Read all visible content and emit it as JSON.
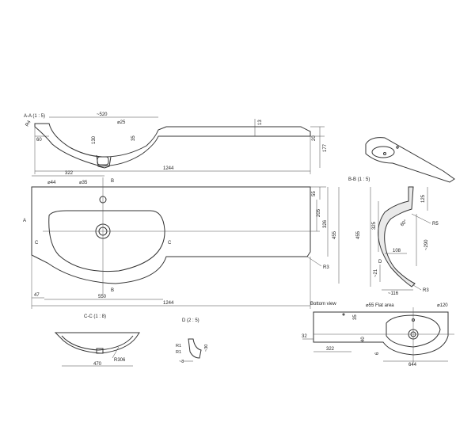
{
  "sections": {
    "aa": {
      "title": "A-A (1 : 5)",
      "d_520": "~520",
      "d_25": "⌀25",
      "d_13": "13",
      "d_20": "20",
      "d_177": "177",
      "d_35": "35",
      "d_130": "130",
      "d_60": "60",
      "d_r4": "R4",
      "d_1244": "1244"
    },
    "top": {
      "d_322": "322",
      "d_44": "⌀44",
      "d_35": "⌀35",
      "d_55": "55",
      "d_205": "205",
      "d_326": "326",
      "d_455": "455",
      "d_r3": "R3",
      "d_47": "47",
      "d_550": "550",
      "d_1244": "1244",
      "label_a": "A",
      "label_b": "B",
      "label_c": "C"
    },
    "bb": {
      "title": "B-B (1 : 5)",
      "d_125": "125",
      "d_325": "325",
      "d_455": "455",
      "d_r5": "R5",
      "d_60": "60°",
      "d_290": "~290",
      "d_108": "108",
      "d_21": "~21",
      "d_116": "~116",
      "d_r3": "R3",
      "label_d": "D"
    },
    "cc": {
      "title": "C-C (1 : 8)",
      "d_470": "470",
      "d_r306": "R306"
    },
    "d": {
      "title": "D (2 : 5)",
      "d_r1a": "R1",
      "d_r1b": "R1",
      "d_30": "~30",
      "d_8": "~8"
    },
    "bottom": {
      "title": "Bottom view",
      "d_55": "⌀55 Flat area",
      "d_120": "⌀120",
      "d_35": "35",
      "d_32": "32",
      "d_40": "40",
      "d_322": "322",
      "d_6": "6",
      "d_644": "644"
    }
  }
}
